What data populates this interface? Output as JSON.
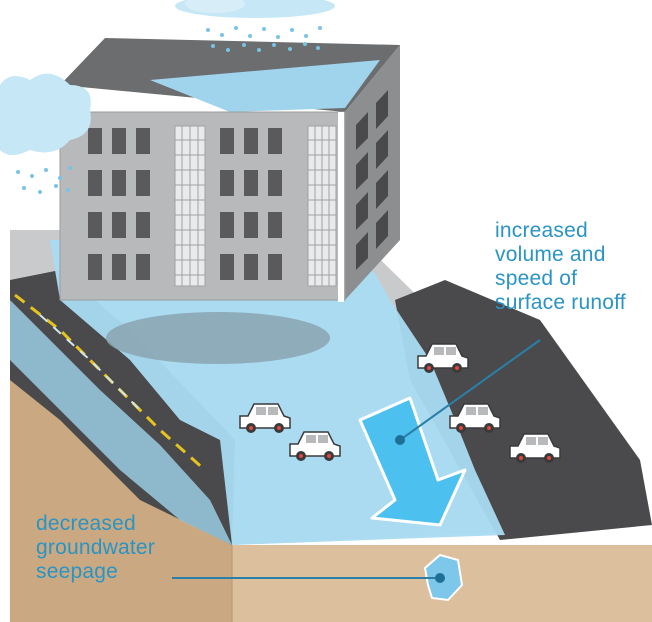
{
  "labels": {
    "runoff": [
      "increased",
      "volume and",
      "speed of",
      "surface runoff"
    ],
    "seepage": [
      "decreased",
      "groundwater",
      "seepage"
    ]
  },
  "colors": {
    "label_text": "#2a94c4",
    "water": "#a9dbf1",
    "arrow": "#4cc0ee",
    "asphalt": "#4a4a4c",
    "soil": "#dcbf9c",
    "building": "#b8b9bb",
    "window": "#5a5a5c",
    "road_line": "#e6c31d"
  },
  "icons": [
    "rain-cloud-icon",
    "car-icon",
    "down-arrow-icon",
    "water-droplet-icon"
  ]
}
